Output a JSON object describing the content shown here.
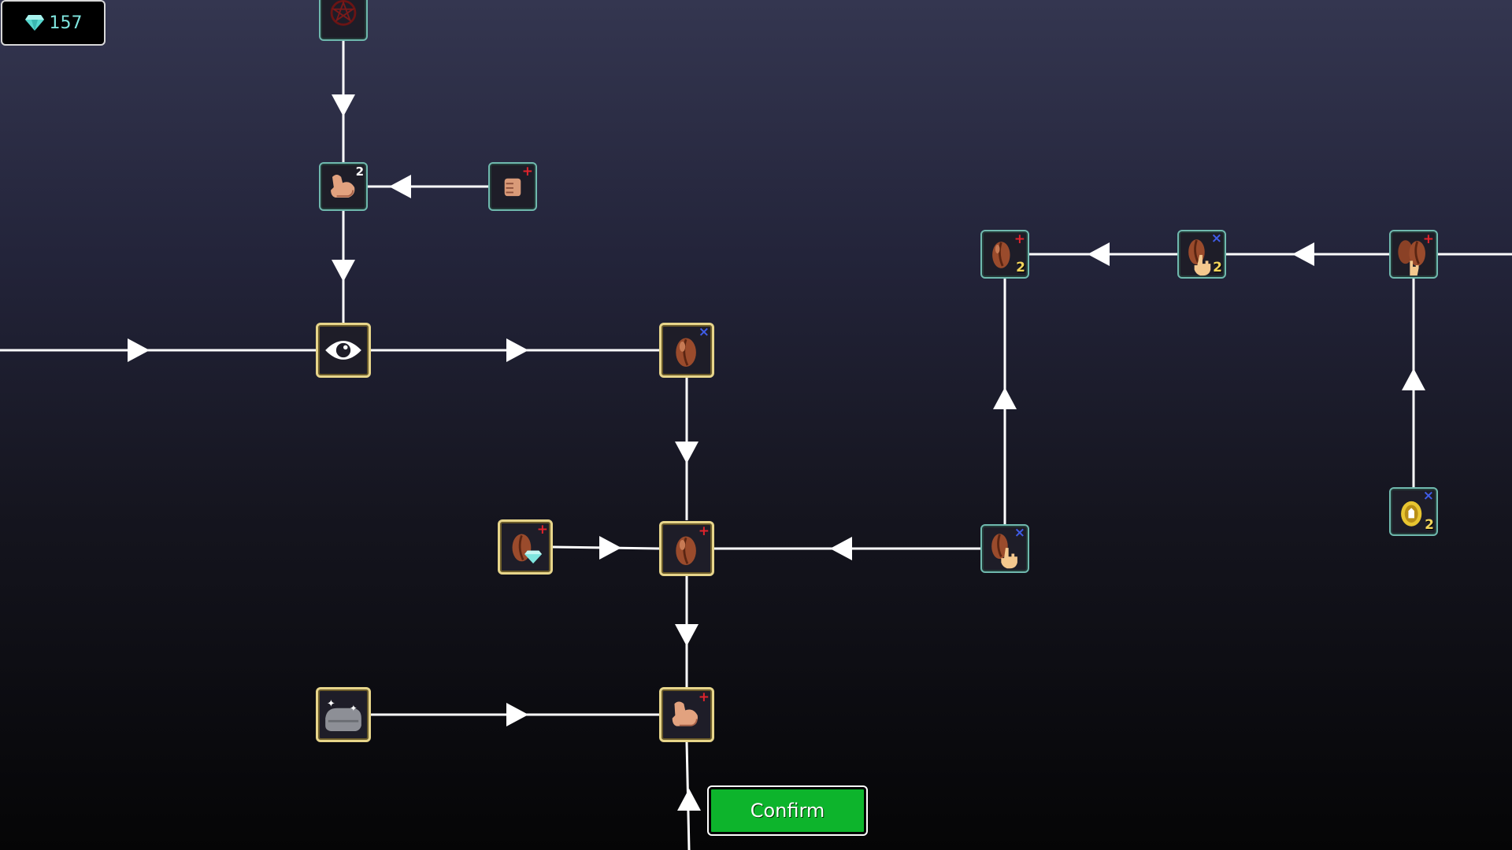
{
  "currency": {
    "icon": "diamond-icon",
    "value": "157",
    "color": "#7fe6df"
  },
  "confirm": {
    "label": "Confirm",
    "color": "#0db42c"
  },
  "nodes": [
    {
      "id": "demon-sigil",
      "icon": "pentagram-icon",
      "badge": ""
    },
    {
      "id": "strength-2",
      "icon": "flexed-arm-icon",
      "badge": "2"
    },
    {
      "id": "fist-plus",
      "icon": "fist-icon",
      "badge": "+"
    },
    {
      "id": "eye",
      "icon": "eye-icon",
      "badge": ""
    },
    {
      "id": "bean-x",
      "icon": "coffee-bean-icon",
      "badge": "×"
    },
    {
      "id": "bean-gem-plus",
      "icon": "bean-diamond-icon",
      "badge": "+"
    },
    {
      "id": "bean-plus-center",
      "icon": "coffee-bean-icon",
      "badge": "+"
    },
    {
      "id": "bean-click-x",
      "icon": "bean-pointer-icon",
      "badge": "×"
    },
    {
      "id": "stone",
      "icon": "sparkling-stone-icon",
      "badge": ""
    },
    {
      "id": "arm-plus",
      "icon": "flexed-arm-icon",
      "badge": "+"
    },
    {
      "id": "bean-plus-2",
      "icon": "coffee-bean-icon",
      "badge": "+",
      "count": "2"
    },
    {
      "id": "bean-click-x-2",
      "icon": "bean-pointer-icon",
      "badge": "×",
      "count": "2"
    },
    {
      "id": "double-bean-plus",
      "icon": "double-bean-pointer-icon",
      "badge": "+"
    },
    {
      "id": "gold-coin-x-2",
      "icon": "gold-coin-icon",
      "badge": "×",
      "count": "2"
    }
  ]
}
